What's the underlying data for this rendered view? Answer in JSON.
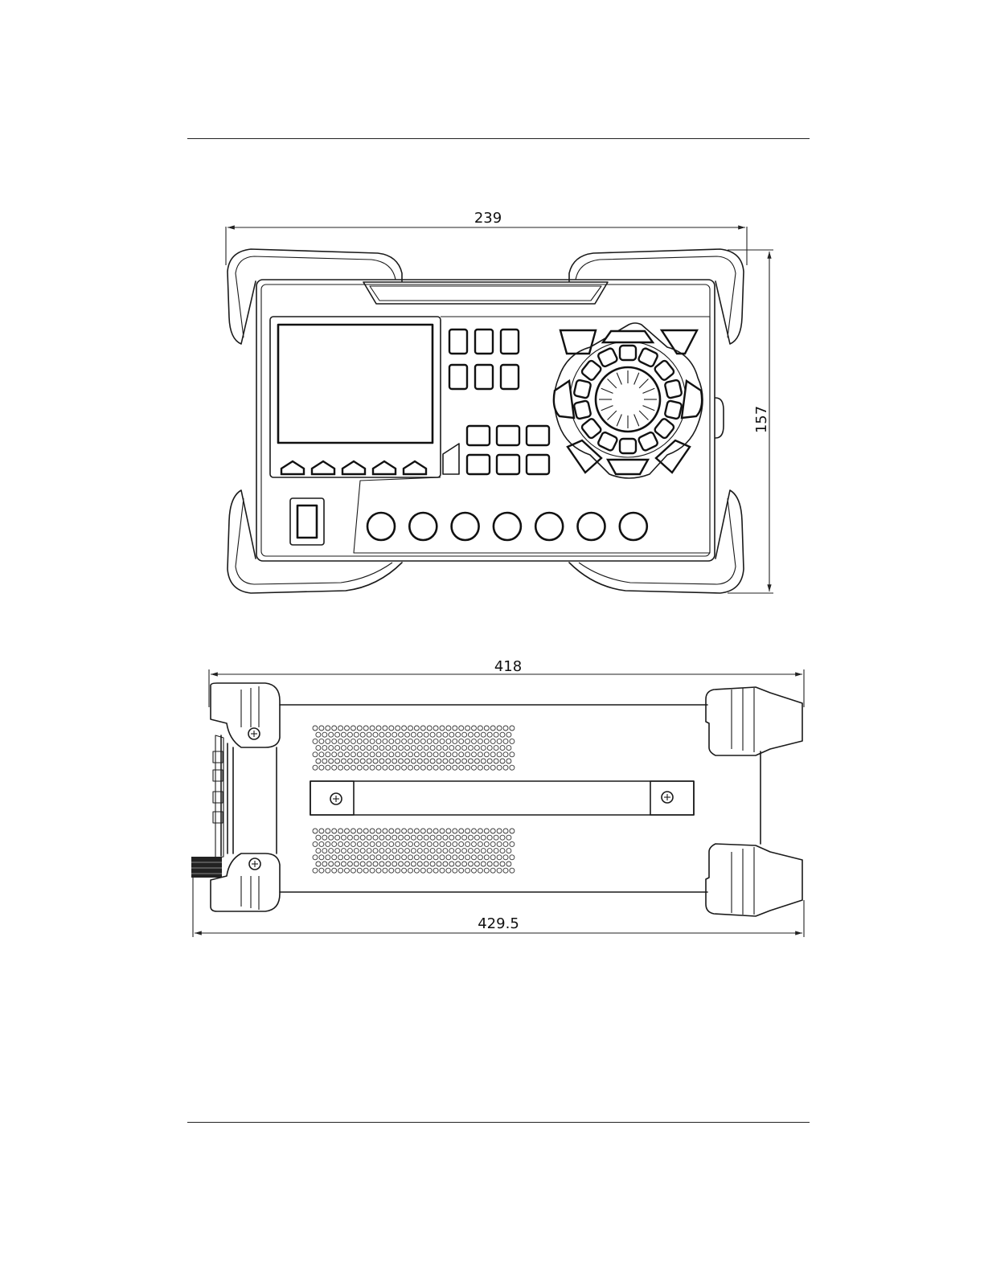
{
  "dimensions": {
    "front_width": "239",
    "front_height": "157",
    "side_length": "418",
    "side_total_length": "429.5"
  },
  "front_view": {
    "menu_soft_keys": 5,
    "function_keys_top_rows": 6,
    "function_keys_bottom_rows": 6,
    "terminals": 7
  }
}
